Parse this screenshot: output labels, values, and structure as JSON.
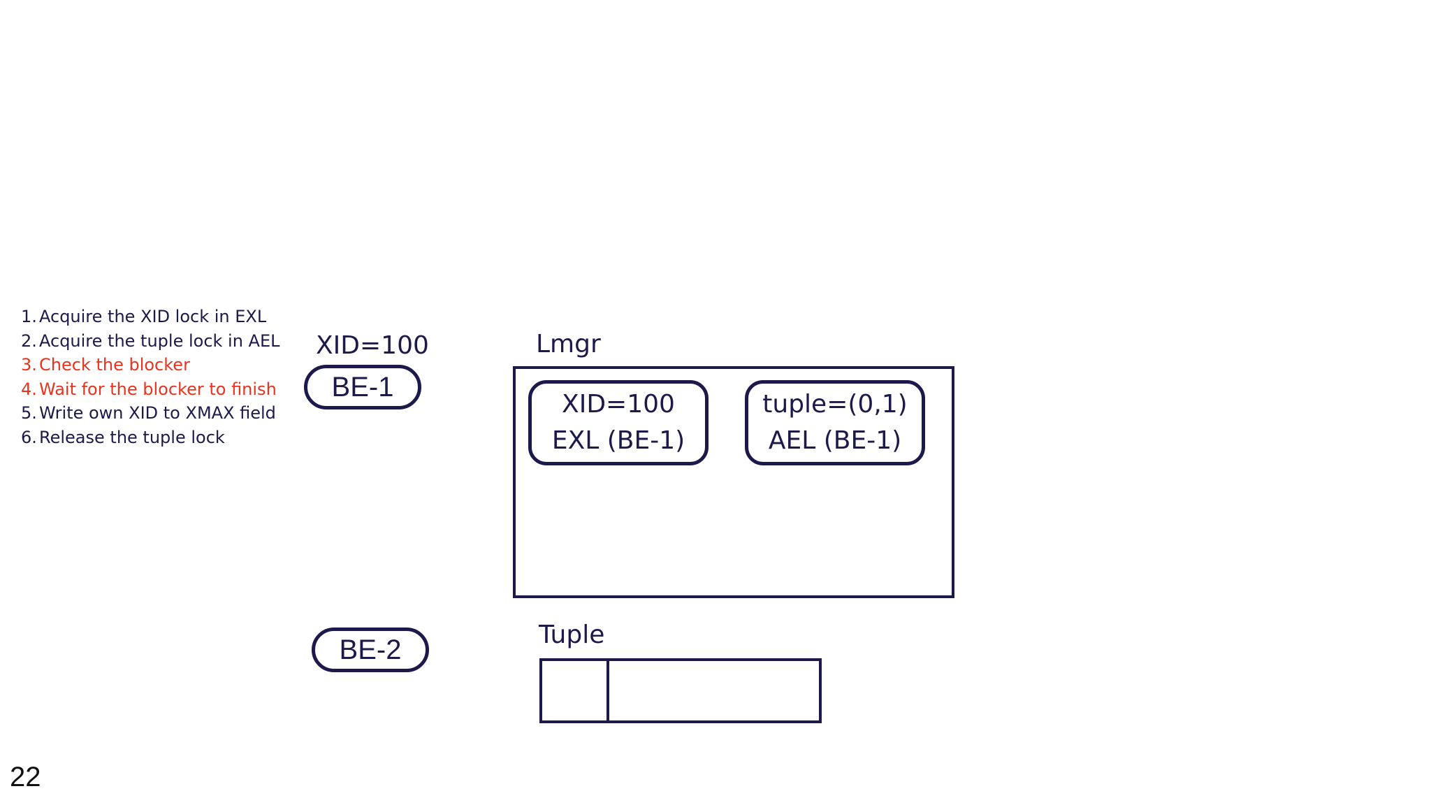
{
  "steps": [
    {
      "num": "1.",
      "text": "Acquire the XID lock in EXL",
      "active": false
    },
    {
      "num": "2.",
      "text": "Acquire the tuple lock in AEL",
      "active": false
    },
    {
      "num": "3.",
      "text": "Check the blocker",
      "active": true
    },
    {
      "num": "4.",
      "text": "Wait for the blocker to finish",
      "active": true
    },
    {
      "num": "5.",
      "text": "Write own XID to XMAX field",
      "active": false
    },
    {
      "num": "6.",
      "text": "Release the tuple lock",
      "active": false
    }
  ],
  "colors": {
    "ink": "#1c1a4a",
    "active": "#e8331f"
  },
  "backends": {
    "be1": {
      "label": "BE-1",
      "xid_label": "XID=100"
    },
    "be2": {
      "label": "BE-2"
    }
  },
  "lmgr": {
    "title": "Lmgr",
    "locks": [
      {
        "line1": "XID=100",
        "line2": "EXL (BE-1)"
      },
      {
        "line1": "tuple=(0,1)",
        "line2": "AEL (BE-1)"
      }
    ]
  },
  "tuple": {
    "title": "Tuple"
  },
  "slide_number": "22"
}
